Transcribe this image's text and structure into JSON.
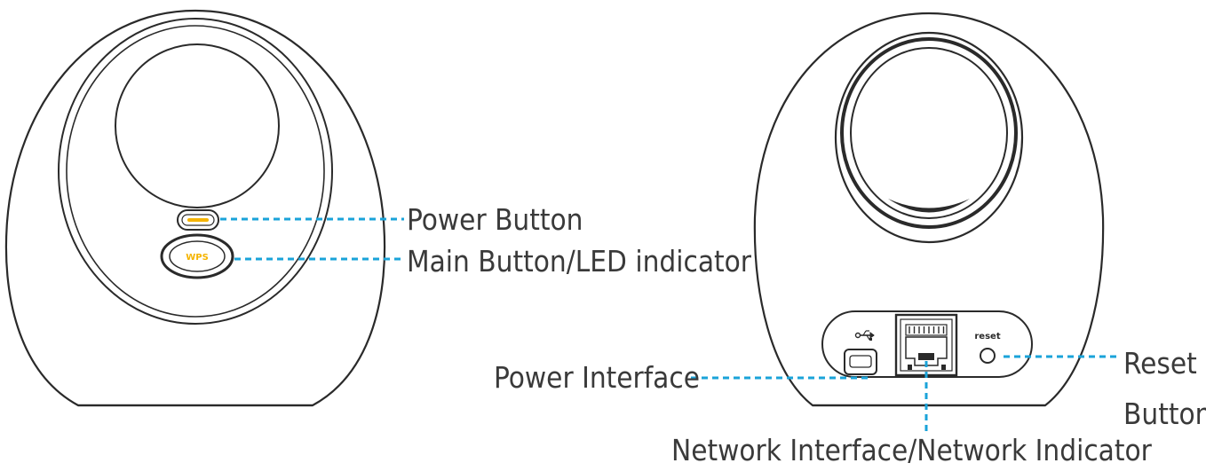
{
  "colors": {
    "leader": "#1aa3d9",
    "outline": "#2a2a2a",
    "button_accent": "#f5b400",
    "label": "#3a3a3a"
  },
  "front_view": {
    "wps_button_text": "WPS",
    "callouts": {
      "power_button": "Power Button",
      "main_button": "Main Button/LED indicator"
    }
  },
  "back_view": {
    "reset_port_text": "reset",
    "usb_icon": "usb-icon",
    "callouts": {
      "power_interface": "Power Interface",
      "network_interface": "Network Interface/Network Indicator",
      "reset_line1": "Reset",
      "reset_line2": "Button"
    }
  }
}
